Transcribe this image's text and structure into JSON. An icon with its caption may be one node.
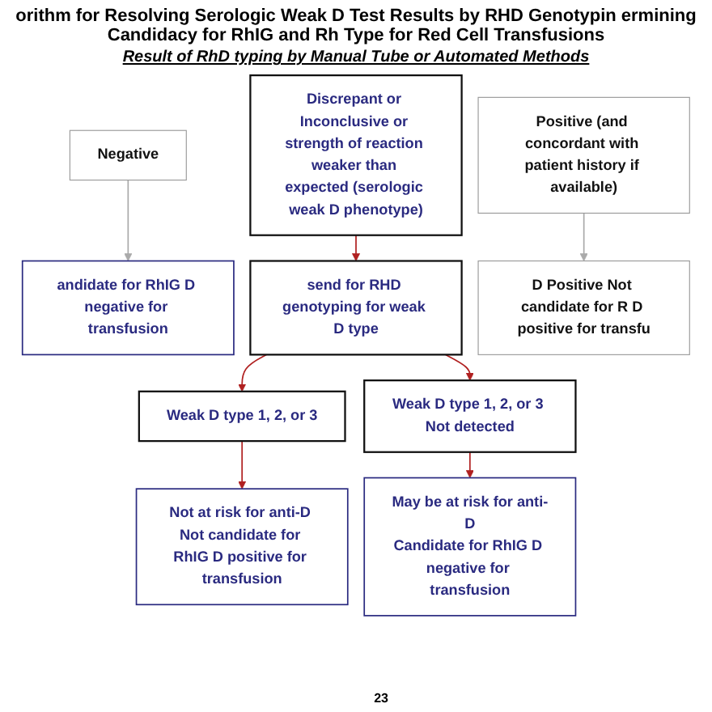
{
  "diagram": {
    "title": "orithm for Resolving Serologic Weak D Test Results by RHD Genotypin ermining Candidacy for RhIG and Rh Type for Red Cell Transfusions",
    "nodes": [
      {
        "text": [
          "Negative"
        ]
      },
      {
        "text": [
          "Discrepant or Inconclusive or strength of reaction weaker than expected (serologic weak D phenotype)"
        ]
      },
      {
        "text": [
          "Positive (and concordant with patient history if available)"
        ]
      },
      {
        "text": [
          "andidate for RhIG D negative for transfusion"
        ]
      },
      {
        "text": [
          "send for RHD genotyping for weak D type"
        ]
      },
      {
        "text": [
          "D Positive Not candidate for R D positive for transfu"
        ]
      },
      {
        "text": [
          "Weak D type 1, 2, or 3"
        ]
      },
      {
        "text": [
          "Weak D type 1, 2, or 3 Not detected"
        ]
      },
      {
        "text": [
          "Not at risk for anti-D Not candidate for RhIG D positive for transfusion"
        ]
      },
      {
        "text": [
          "May be at risk for anti-D",
          "Candidate for RhIG D negative for transfusion"
        ]
      }
    ],
    "edges": [
      {
        "from": 0,
        "to": 3,
        "arrow": "to",
        "color": "#aaaaaa"
      },
      {
        "from": 1,
        "to": 4,
        "arrow": "to"
      },
      {
        "from": 2,
        "to": 5,
        "arrow": "to",
        "color": "#aaaaaa"
      },
      {
        "from": 4,
        "to": 6,
        "arrow": "to"
      },
      {
        "from": 4,
        "to": 7,
        "arrow": "to"
      },
      {
        "from": 6,
        "to": 8,
        "arrow": "to"
      },
      {
        "from": 7,
        "to": 9,
        "arrow": "to"
      }
    ],
    "labels": [
      "Result of RhD typing by Manual Tube or Automated Methods",
      "23"
    ]
  }
}
